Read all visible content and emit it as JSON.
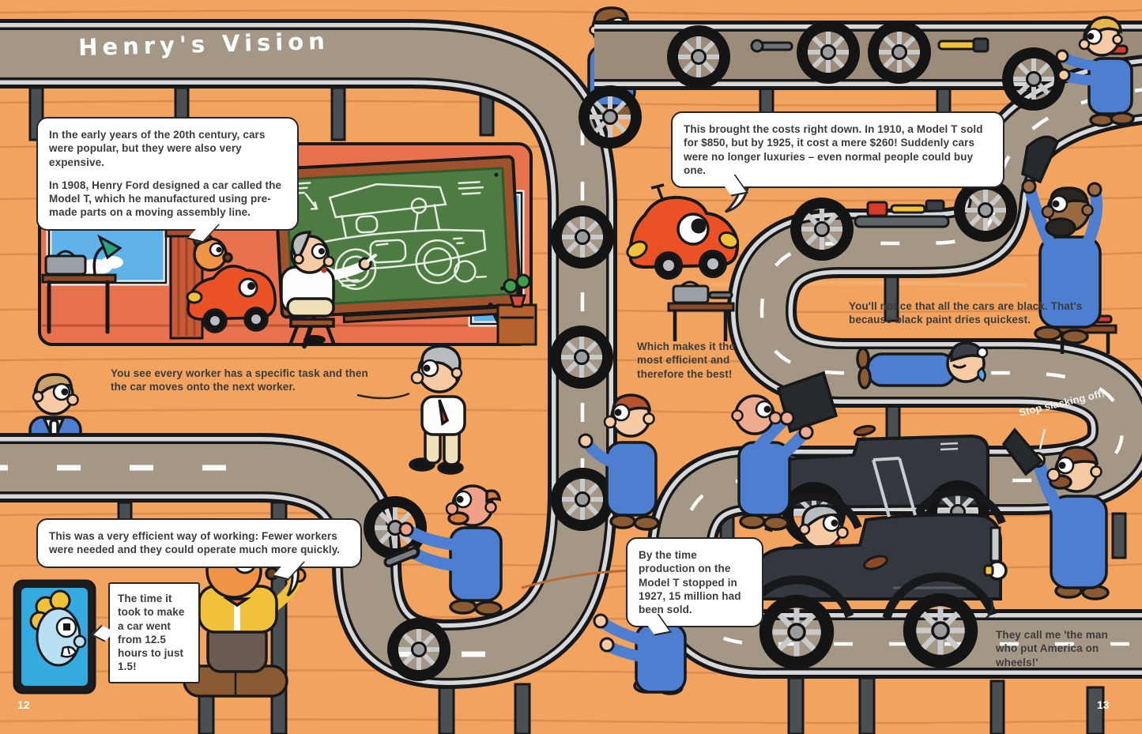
{
  "page": {
    "title": "Henry's Vision",
    "left_number": "12",
    "right_number": "13"
  },
  "bubbles": {
    "intro_p1": "In the early years of the 20th century, cars were popular, but they were also very expensive.",
    "intro_p2": "In 1908, Henry Ford designed a car called the Model T, which he manufactured using pre-made parts on a moving assembly line.",
    "costs": "This brought the costs right down. In 1910, a Model T sold for $850, but by 1925, it cost a mere $260! Suddenly cars were no longer luxuries – even normal people could buy one.",
    "worker_task": "You see every worker has a specific task and then the car moves onto the next worker.",
    "efficient": "Which makes it the most efficient and therefore the best!",
    "black_cars": "You'll notice that all the cars are black. That's because black paint dries quickest.",
    "stop_slacking": "Stop slacking off!",
    "efficient_way": "This was a very efficient way of working: Fewer workers were needed and they could operate much more quickly.",
    "time": "The time it took to make a car went from 12.5 hours to just 1.5!",
    "production": "By the time production on the Model T stopped in 1927, 15 million had been sold.",
    "quote": "They call me 'the man who put America on wheels!'"
  },
  "colors": {
    "wood": "#f1a35f",
    "wood_grain": "#d8874b",
    "road_fill": "#a59786",
    "road_rail": "#d6d8da",
    "outline": "#17181a",
    "worker_blue": "#4d7ecf",
    "chalkboard_green": "#4d7b42",
    "board_frame": "#a0522d",
    "classroom_wall": "#e8724e",
    "red_car": "#ea5226",
    "model_t_black": "#34373d",
    "accent_yellow": "#f2c13a",
    "tablet_screen": "#35aade",
    "bubble_bg": "#ffffff",
    "text": "#3c3c3c"
  }
}
